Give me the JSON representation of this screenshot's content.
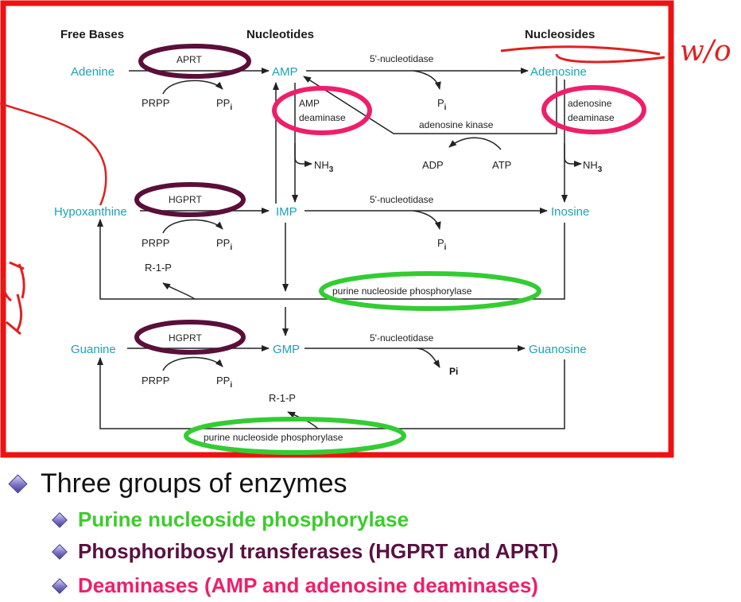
{
  "colors": {
    "frame": "#ee1111",
    "compound": "#1aa3b8",
    "phosphorylase": "#33cc33",
    "transferase": "#5a0f3a",
    "deaminase": "#ee1f6a",
    "handwriting": "#e02020"
  },
  "headers": {
    "free_bases": "Free Bases",
    "nucleotides": "Nucleotides",
    "nucleosides": "Nucleosides"
  },
  "compounds": {
    "adenine": "Adenine",
    "amp": "AMP",
    "adenosine": "Adenosine",
    "hypoxanthine": "Hypoxanthine",
    "imp": "IMP",
    "inosine": "Inosine",
    "guanine": "Guanine",
    "gmp": "GMP",
    "guanosine": "Guanosine"
  },
  "enzymes": {
    "aprt": "APRT",
    "hgprt_1": "HGPRT",
    "hgprt_2": "HGPRT",
    "nucleotidase_1": "5'-nucleotidase",
    "nucleotidase_2": "5'-nucleotidase",
    "nucleotidase_3": "5'-nucleotidase",
    "amp_deaminase_1": "AMP",
    "amp_deaminase_2": "deaminase",
    "adenosine_deaminase_1": "adenosine",
    "adenosine_deaminase_2": "deaminase",
    "adenosine_kinase": "adenosine kinase",
    "pnp_1": "purine nucleoside phosphorylase",
    "pnp_2": "purine nucleoside phosphorylase"
  },
  "cofactors": {
    "prpp": "PRPP",
    "pp": "PP",
    "i": "i",
    "p": "P",
    "pi": "Pi",
    "nh3": "NH",
    "three": "3",
    "adp": "ADP",
    "atp": "ATP",
    "r1p": "R-1-P"
  },
  "handwriting": {
    "note": "w/o"
  },
  "bullets": {
    "main": "Three groups of enzymes",
    "items": [
      {
        "text": "Purine nucleoside phosphorylase",
        "color": "#3ccc2c"
      },
      {
        "text": "Phosphoribosyl transferases (HGPRT and APRT)",
        "color": "#5a1040"
      },
      {
        "text": "Deaminases (AMP and adenosine deaminases)",
        "color": "#ee1f6a"
      }
    ]
  }
}
